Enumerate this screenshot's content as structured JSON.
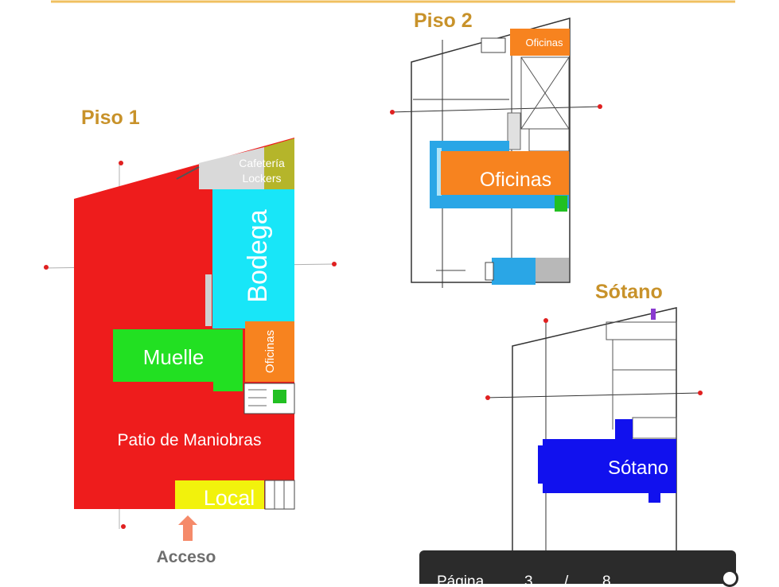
{
  "floors": {
    "piso1": {
      "title": "Piso 1",
      "zones": {
        "cafeteria": "Cafetería",
        "lockers": "Lockers",
        "bodega": "Bodega",
        "muelle": "Muelle",
        "oficinas": "Oficinas",
        "patio": "Patio de Maniobras",
        "local": "Local"
      },
      "access_label": "Acceso"
    },
    "piso2": {
      "title": "Piso 2",
      "zones": {
        "oficinas_small": "Oficinas",
        "oficinas_main": "Oficinas"
      }
    },
    "sotano": {
      "title": "Sótano",
      "zones": {
        "sotano": "Sótano"
      }
    }
  },
  "pager": {
    "label": "Página",
    "current": "3",
    "separator": "/",
    "total": "8"
  },
  "colors": {
    "title": "#c8922a",
    "red": "#ee1c1c",
    "cyan": "#18e6f8",
    "green": "#22e022",
    "orange": "#f7831f",
    "yellow": "#f2f20c",
    "gray": "#d9d9d9",
    "olive": "#b5b52a",
    "blue": "#1111ee",
    "sky": "#2aa6e6",
    "arrow": "#f58a6a"
  }
}
